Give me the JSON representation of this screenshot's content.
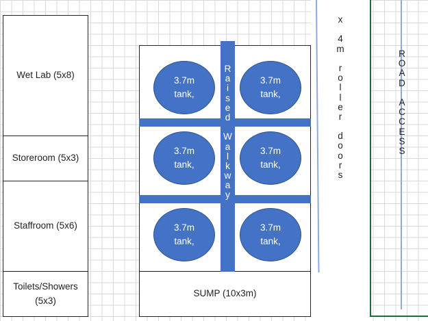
{
  "rooms": {
    "wet_lab": "Wet Lab (5x8)",
    "storeroom": "Storeroom (5x3)",
    "staffroom": "Staffroom (5x6)",
    "toilets_line1": "Toilets/Showers",
    "toilets_line2": "(5x3)"
  },
  "sump": "SUMP (10x3m)",
  "tanks": [
    {
      "size": "3.7m",
      "unit": "tank,"
    },
    {
      "size": "3.7m",
      "unit": "tank,"
    },
    {
      "size": "3.7m",
      "unit": "tank,"
    },
    {
      "size": "3.7m",
      "unit": "tank,"
    },
    {
      "size": "3.7m",
      "unit": "tank,"
    },
    {
      "size": "3.7m",
      "unit": "tank,"
    }
  ],
  "walkway_text": "Raised Walkway",
  "roller_doors_text": "x 4m roller doors",
  "road_access_text": "ROAD ACCESS",
  "colors": {
    "tank": "#4472c4",
    "walkway": "#4472c4",
    "line": "#8eaadb",
    "road_line": "#1e6b3a"
  }
}
